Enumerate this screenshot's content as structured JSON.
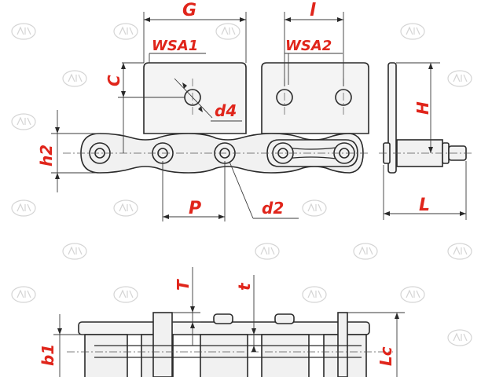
{
  "labels": {
    "G": "G",
    "l": "l",
    "WSA1": "WSA1",
    "WSA2": "WSA2",
    "C": "C",
    "d4": "d4",
    "h2": "h2",
    "P": "P",
    "d2": "d2",
    "H": "H",
    "L": "L",
    "T": "T",
    "t": "t",
    "b1": "b1",
    "Lc": "Lc"
  },
  "colors": {
    "label": "#e0251b",
    "line": "#2a2a2a",
    "watermark": "#d4d4d4"
  },
  "watermark_icon": "logo-watermark-icon"
}
